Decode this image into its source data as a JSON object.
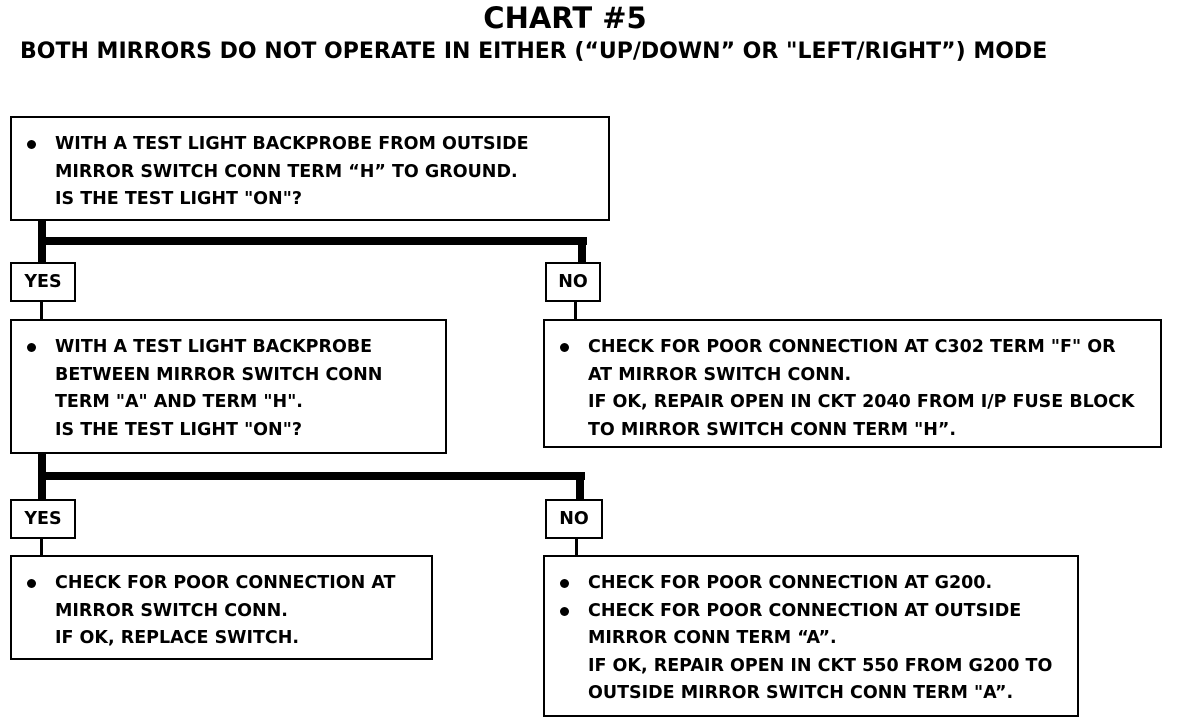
{
  "chart": {
    "title": "CHART #5",
    "subtitle": "BOTH MIRRORS DO NOT OPERATE IN EITHER (“UP/DOWN” OR \"LEFT/RIGHT”) MODE"
  },
  "steps": {
    "step1": {
      "lines": [
        "WITH A TEST LIGHT BACKPROBE FROM OUTSIDE",
        "MIRROR SWITCH CONN TERM “H” TO GROUND.",
        "IS THE TEST LIGHT \"ON\"?"
      ]
    },
    "step2": {
      "lines": [
        "WITH A TEST LIGHT BACKPROBE",
        "BETWEEN MIRROR SWITCH CONN",
        "TERM \"A\" AND TERM \"H\".",
        "IS THE TEST LIGHT \"ON\"?"
      ]
    },
    "step1_no": {
      "lines": [
        "CHECK FOR POOR CONNECTION AT C302 TERM \"F\" OR",
        "AT MIRROR SWITCH CONN.",
        "IF OK, REPAIR OPEN IN CKT 2040 FROM I/P FUSE BLOCK",
        "TO MIRROR SWITCH CONN TERM \"H”."
      ]
    },
    "step2_yes": {
      "lines": [
        "CHECK FOR POOR CONNECTION AT",
        "MIRROR SWITCH CONN.",
        "IF OK, REPLACE SWITCH."
      ]
    },
    "step2_no": {
      "bullet1": "CHECK FOR POOR CONNECTION AT G200.",
      "bullet2_lines": [
        "CHECK FOR POOR CONNECTION AT OUTSIDE",
        "MIRROR CONN TERM “A”.",
        "IF OK, REPAIR OPEN IN CKT 550 FROM G200 TO",
        "OUTSIDE MIRROR SWITCH CONN TERM \"A”."
      ]
    }
  },
  "labels": {
    "yes1": "YES",
    "no1": "NO",
    "yes2": "YES",
    "no2": "NO"
  }
}
